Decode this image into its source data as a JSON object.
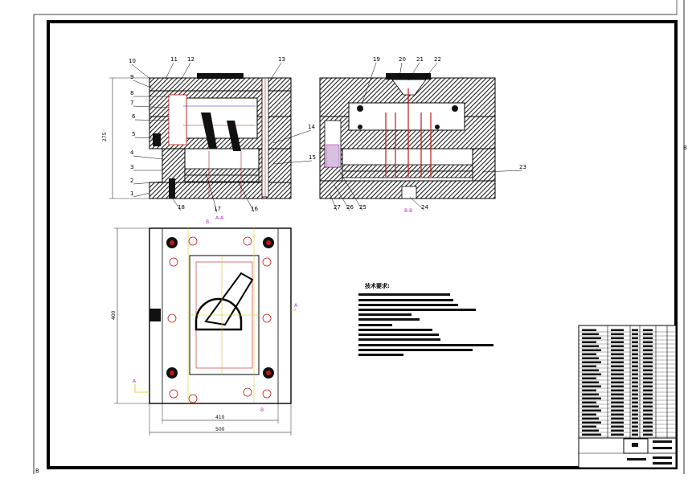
{
  "drawing": {
    "part_labels": [
      "1",
      "2",
      "3",
      "4",
      "5",
      "6",
      "7",
      "8",
      "9",
      "10",
      "11",
      "12",
      "13",
      "14",
      "15",
      "16",
      "17",
      "18",
      "19",
      "20",
      "21",
      "22",
      "23",
      "24",
      "25",
      "26",
      "27"
    ],
    "dimensions": {
      "front_height": "275",
      "plan_height": "400",
      "plan_inner_width": "410",
      "plan_outer_width": "500"
    },
    "section_marks": {
      "aa": "A-A",
      "bb": "B-B",
      "a": "A",
      "b": "B"
    },
    "notes_title": "技术要求:",
    "border_marks": {
      "right": "B",
      "corner": "B"
    }
  },
  "colors": {
    "line": "#000000",
    "hatch": "#1a1a1a",
    "accent_red": "#c01818",
    "accent_purple": "#b030c0",
    "accent_yellow": "#d8c800",
    "accent_blue": "#1818c0"
  }
}
